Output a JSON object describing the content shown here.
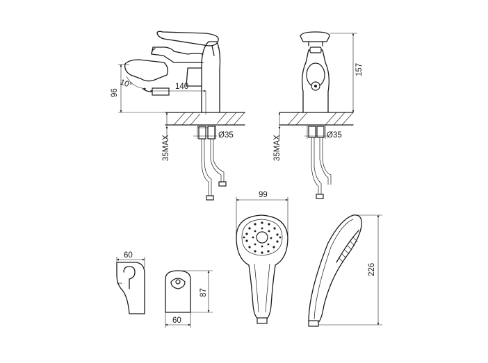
{
  "colors": {
    "line": "#1a1a1a",
    "background": "#ffffff"
  },
  "labels": {
    "mixer_height": "96",
    "swivel_angle": "10°",
    "spout_reach": "140",
    "max_deck": "35MAX",
    "hole_diameter_side": "Ø35",
    "total_height": "157",
    "max_deck_front": "35MAX",
    "hole_diameter_front": "Ø35",
    "head_width": "99",
    "holder_width_top": "60",
    "holder_height": "87",
    "holder_width_bottom": "60",
    "shower_length": "226"
  }
}
